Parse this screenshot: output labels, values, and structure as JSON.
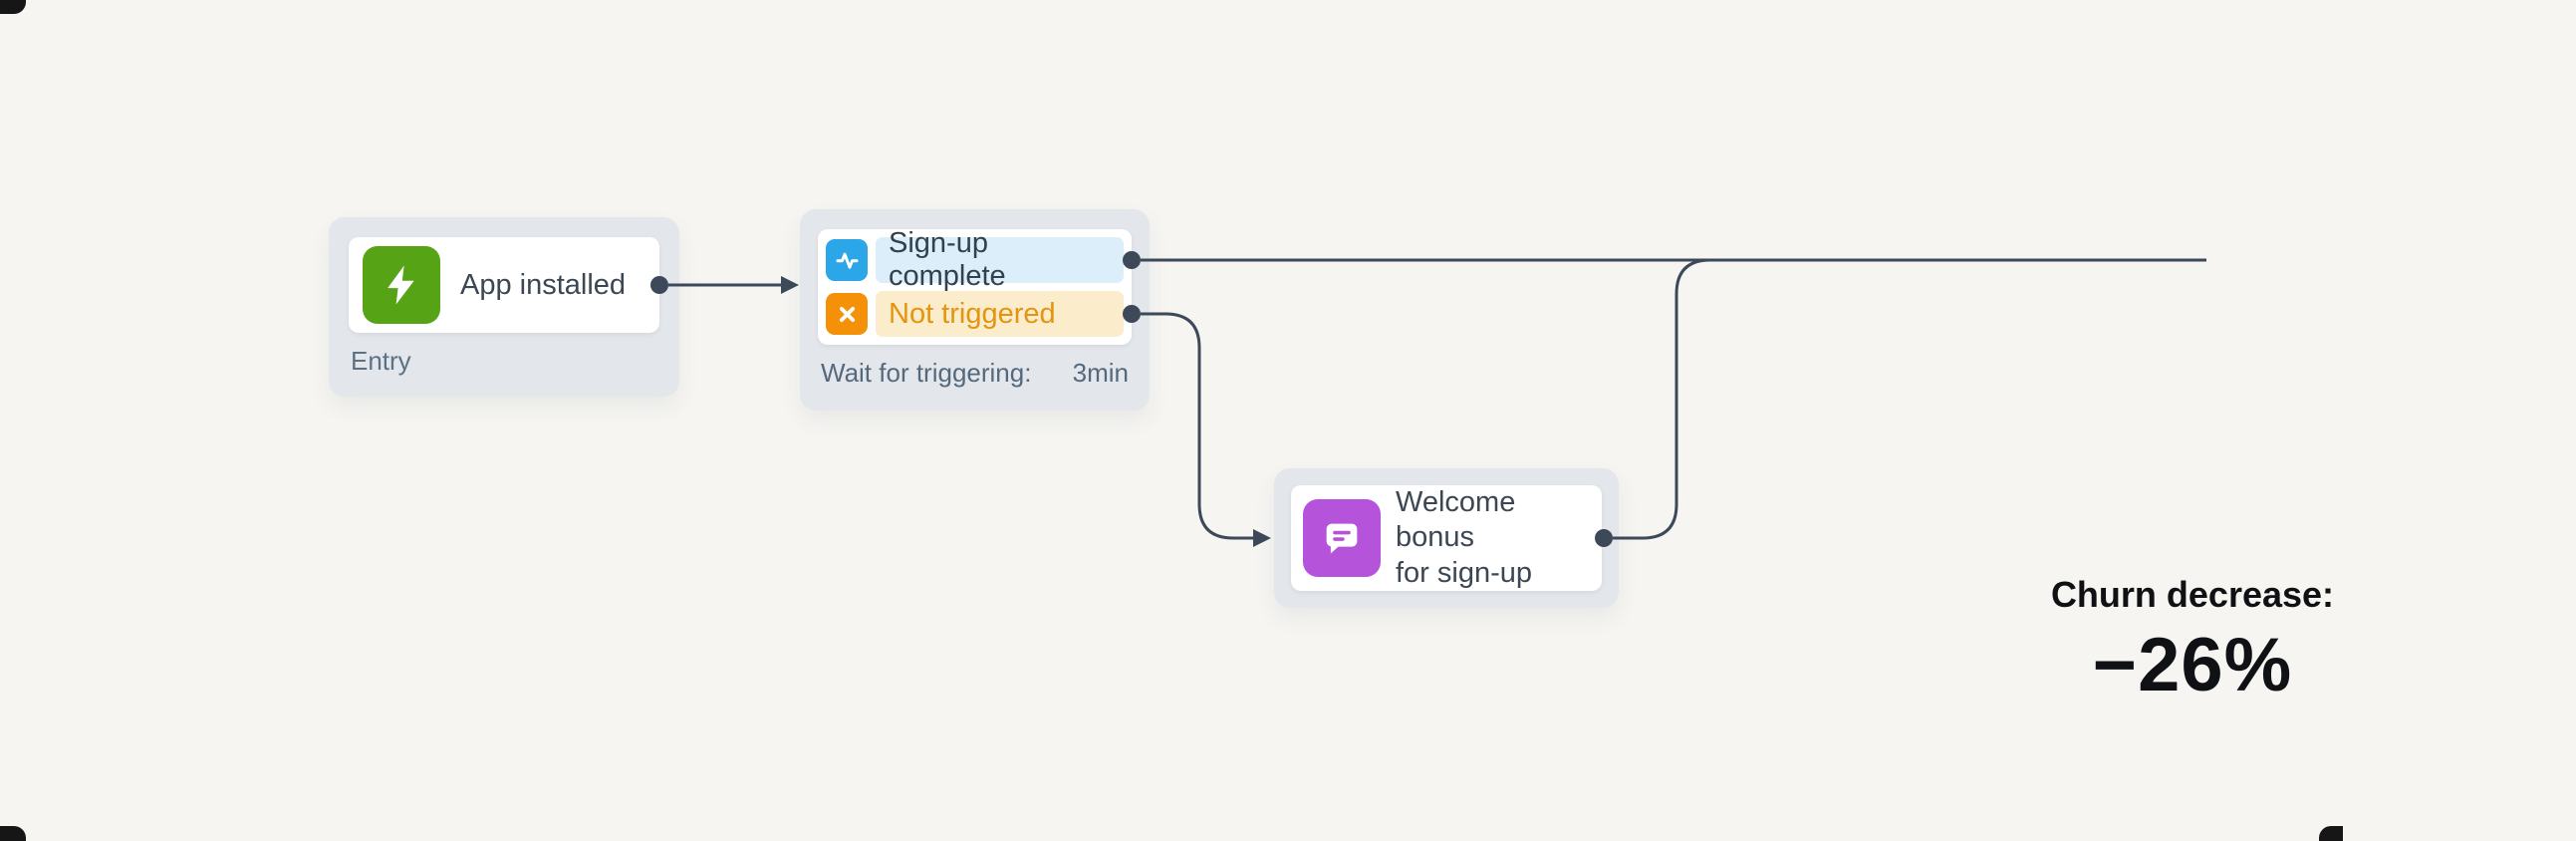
{
  "canvas": {
    "background_color": "#f6f5f2",
    "connector_color": "#3d4959",
    "node_container_color": "#e3e6ea"
  },
  "nodes": {
    "entry": {
      "label": "App installed",
      "sublabel": "Entry",
      "icon": "lightning-icon",
      "icon_color": "#56a316"
    },
    "trigger": {
      "branches": [
        {
          "label": "Sign-up complete",
          "icon": "pulse-icon",
          "icon_color": "#2ba6e9",
          "highlight_color": "#dceefa",
          "text_color": "#32414e"
        },
        {
          "label": "Not triggered",
          "icon": "x-icon",
          "icon_color": "#f59108",
          "highlight_color": "#fbeccb",
          "text_color": "#e5940f"
        }
      ],
      "footer_label": "Wait for triggering:",
      "footer_value": "3min"
    },
    "action": {
      "label_lines": [
        "Welcome bonus",
        "for sign-up"
      ],
      "icon": "message-icon",
      "icon_color": "#b553da"
    }
  },
  "stat": {
    "title": "Churn decrease:",
    "value": "−26%"
  }
}
